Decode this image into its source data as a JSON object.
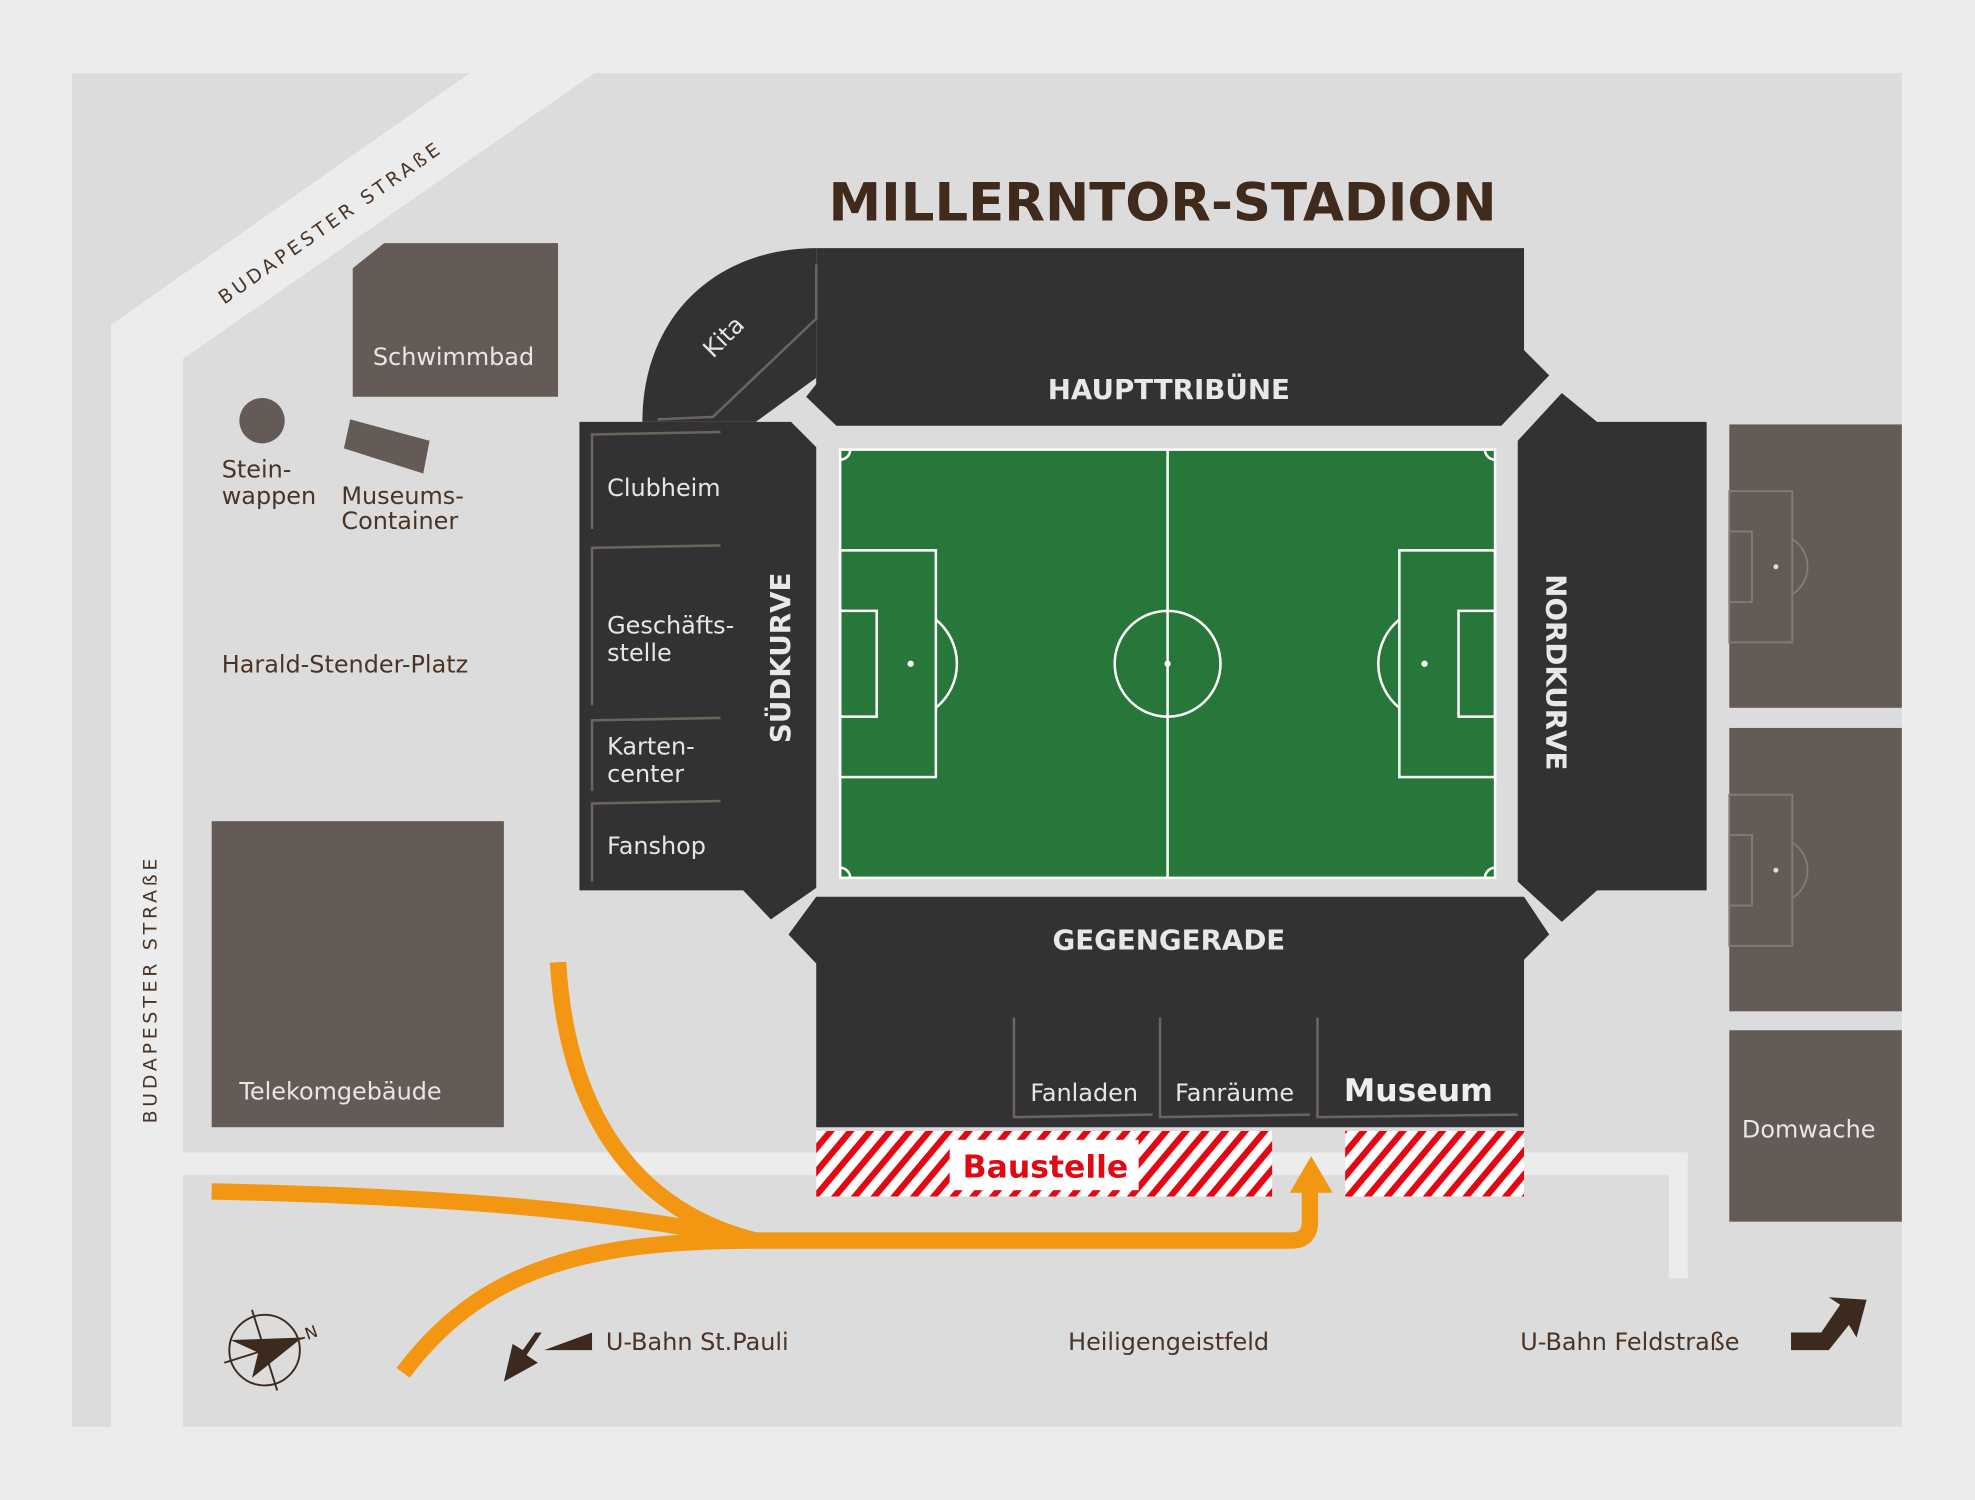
{
  "title": "MILLERNTOR-STADION",
  "stands": {
    "north_main": "HAUPTTRIBÜNE",
    "south": "SÜDKURVE",
    "north": "NORDKURVE",
    "opposite": "GEGENGERADE"
  },
  "rooms": {
    "kita": "Kita",
    "clubheim": "Clubheim",
    "geschaeftsstelle_1": "Geschäfts-",
    "geschaeftsstelle_2": "stelle",
    "kartencenter_1": "Karten-",
    "kartencenter_2": "center",
    "fanshop": "Fanshop",
    "fanladen": "Fanladen",
    "fanraeume": "Fanräume",
    "museum": "Museum"
  },
  "buildings": {
    "schwimmbad": "Schwimmbad",
    "steinwappen_1": "Stein-",
    "steinwappen_2": "wappen",
    "container_1": "Museums-",
    "container_2": "Container",
    "telekom": "Telekomgebäude",
    "domwache": "Domwache"
  },
  "places": {
    "platz": "Harald-Stender-Platz",
    "heiligengeistfeld": "Heiligengeistfeld"
  },
  "streets": {
    "diagonal": "BUDAPESTER STRAßE",
    "vertical": "BUDAPESTER STRAßE"
  },
  "transit": {
    "st_pauli": "U-Bahn St.Pauli",
    "feldstrasse": "U-Bahn Feldstraße"
  },
  "construction": "Baustelle",
  "compass": "N",
  "colors": {
    "background": "#ececec",
    "ground": "#dbdcdb",
    "stand": "#323234",
    "building": "#655b56",
    "pitch": "#27763a",
    "route": "#f39612",
    "construction": "#e30613",
    "text": "#4a3426"
  }
}
